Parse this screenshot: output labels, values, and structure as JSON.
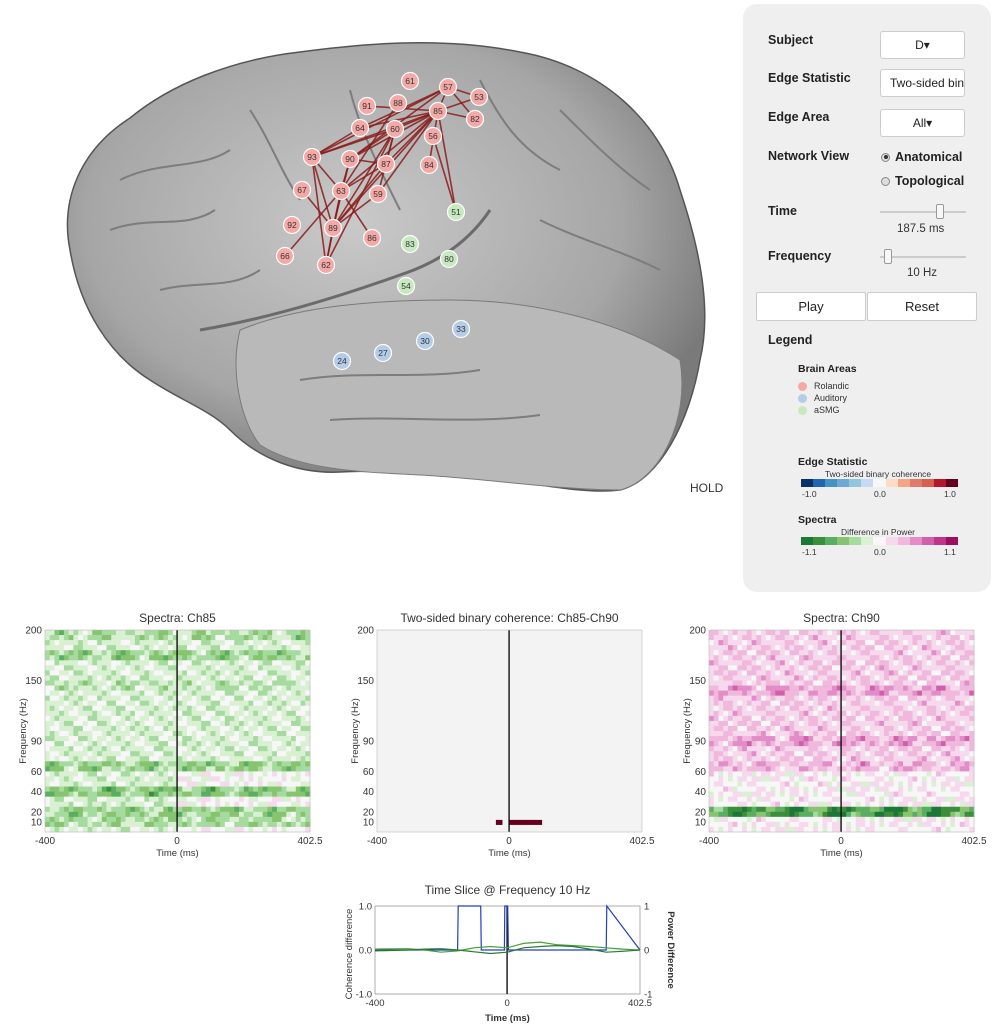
{
  "hold_label": "HOLD",
  "panel": {
    "subject": {
      "label": "Subject",
      "value": "D▾"
    },
    "edge_statistic": {
      "label": "Edge Statistic",
      "value": "Two-sided binary coherence"
    },
    "edge_area": {
      "label": "Edge Area",
      "value": "All▾"
    },
    "network_view": {
      "label": "Network View",
      "options": [
        "Anatomical",
        "Topological"
      ],
      "selected": "Anatomical"
    },
    "time": {
      "label": "Time",
      "value_text": "187.5 ms",
      "fraction": 0.72
    },
    "frequency": {
      "label": "Frequency",
      "value_text": "10 Hz",
      "fraction": 0.05
    },
    "play_label": "Play",
    "reset_label": "Reset",
    "legend_title": "Legend",
    "brain_areas": {
      "title": "Brain Areas",
      "items": [
        {
          "name": "Rolandic",
          "color": "#f4a9a6"
        },
        {
          "name": "Auditory",
          "color": "#b3cde8"
        },
        {
          "name": "aSMG",
          "color": "#c7e9c0"
        }
      ]
    },
    "edge_colorbar": {
      "title": "Edge Statistic",
      "subtitle": "Two-sided binary coherence",
      "ticks": [
        "-1.0",
        "0.0",
        "1.0"
      ],
      "colors": [
        "#08306b",
        "#2166ac",
        "#4393c3",
        "#6fa8d6",
        "#92c5de",
        "#c6dbef",
        "#f7f7f7",
        "#fddbc7",
        "#f4a582",
        "#e07a6a",
        "#d6604d",
        "#b2182b",
        "#67001f"
      ]
    },
    "spectra_colorbar": {
      "title": "Spectra",
      "subtitle": "Difference in Power",
      "ticks": [
        "-1.1",
        "0.0",
        "1.1"
      ],
      "colors": [
        "#1b7837",
        "#3b8f3b",
        "#5aae61",
        "#86c46f",
        "#a6dba0",
        "#d9f0d3",
        "#f7f7f7",
        "#f6d9ec",
        "#efb8dc",
        "#e28dc8",
        "#d160aa",
        "#c2338c",
        "#9e0e5e"
      ]
    }
  },
  "brain": {
    "nodes": [
      {
        "id": "61",
        "area": "Rolandic"
      },
      {
        "id": "57",
        "area": "Rolandic"
      },
      {
        "id": "53",
        "area": "Rolandic"
      },
      {
        "id": "91",
        "area": "Rolandic"
      },
      {
        "id": "88",
        "area": "Rolandic"
      },
      {
        "id": "85",
        "area": "Rolandic"
      },
      {
        "id": "82",
        "area": "Rolandic"
      },
      {
        "id": "64",
        "area": "Rolandic"
      },
      {
        "id": "60",
        "area": "Rolandic"
      },
      {
        "id": "56",
        "area": "Rolandic"
      },
      {
        "id": "93",
        "area": "Rolandic"
      },
      {
        "id": "90",
        "area": "Rolandic"
      },
      {
        "id": "87",
        "area": "Rolandic"
      },
      {
        "id": "84",
        "area": "Rolandic"
      },
      {
        "id": "67",
        "area": "Rolandic"
      },
      {
        "id": "63",
        "area": "Rolandic"
      },
      {
        "id": "59",
        "area": "Rolandic"
      },
      {
        "id": "92",
        "area": "Rolandic"
      },
      {
        "id": "89",
        "area": "Rolandic"
      },
      {
        "id": "86",
        "area": "Rolandic"
      },
      {
        "id": "66",
        "area": "Rolandic"
      },
      {
        "id": "62",
        "area": "Rolandic"
      },
      {
        "id": "51",
        "area": "aSMG"
      },
      {
        "id": "83",
        "area": "aSMG"
      },
      {
        "id": "80",
        "area": "aSMG"
      },
      {
        "id": "54",
        "area": "aSMG"
      },
      {
        "id": "33",
        "area": "Auditory"
      },
      {
        "id": "30",
        "area": "Auditory"
      },
      {
        "id": "27",
        "area": "Auditory"
      },
      {
        "id": "24",
        "area": "Auditory"
      }
    ],
    "edges": [
      [
        "93",
        "85"
      ],
      [
        "93",
        "60"
      ],
      [
        "93",
        "64"
      ],
      [
        "93",
        "89"
      ],
      [
        "93",
        "62"
      ],
      [
        "93",
        "63"
      ],
      [
        "93",
        "57"
      ],
      [
        "90",
        "85"
      ],
      [
        "90",
        "60"
      ],
      [
        "90",
        "89"
      ],
      [
        "90",
        "87"
      ],
      [
        "90",
        "63"
      ],
      [
        "90",
        "57"
      ],
      [
        "87",
        "85"
      ],
      [
        "87",
        "89"
      ],
      [
        "87",
        "63"
      ],
      [
        "87",
        "60"
      ],
      [
        "85",
        "64"
      ],
      [
        "85",
        "63"
      ],
      [
        "85",
        "89"
      ],
      [
        "85",
        "60"
      ],
      [
        "85",
        "82"
      ],
      [
        "85",
        "53"
      ],
      [
        "85",
        "57"
      ],
      [
        "85",
        "51"
      ],
      [
        "85",
        "59"
      ],
      [
        "85",
        "91"
      ],
      [
        "57",
        "64"
      ],
      [
        "57",
        "82"
      ],
      [
        "57",
        "53"
      ],
      [
        "60",
        "89"
      ],
      [
        "60",
        "62"
      ],
      [
        "60",
        "59"
      ],
      [
        "63",
        "89"
      ],
      [
        "63",
        "66"
      ],
      [
        "63",
        "62"
      ],
      [
        "67",
        "89"
      ],
      [
        "59",
        "89"
      ],
      [
        "89",
        "62"
      ],
      [
        "86",
        "63"
      ],
      [
        "84",
        "85"
      ],
      [
        "56",
        "51"
      ],
      [
        "88",
        "63"
      ]
    ]
  },
  "plots": {
    "spectra_left": {
      "title": "Spectra: Ch85",
      "xlabel": "Time (ms)",
      "ylabel": "Frequency (Hz)",
      "xticks": [
        "-400",
        "0",
        "402.5"
      ],
      "yticks": [
        200,
        150,
        90,
        60,
        40,
        20,
        10
      ],
      "xlim": [
        -400,
        402.5
      ],
      "ylim": [
        0,
        200
      ]
    },
    "coherence": {
      "title": "Two-sided binary coherence: Ch85-Ch90",
      "xlabel": "Time (ms)",
      "ylabel": "Frequency (Hz)",
      "xticks": [
        "-400",
        "0",
        "402.5"
      ],
      "yticks": [
        200,
        150,
        90,
        60,
        40,
        20,
        10
      ],
      "xlim": [
        -400,
        402.5
      ],
      "ylim": [
        0,
        200
      ]
    },
    "spectra_right": {
      "title": "Spectra: Ch90",
      "xlabel": "Time (ms)",
      "ylabel": "Frequency (Hz)",
      "xticks": [
        "-400",
        "0",
        "402.5"
      ],
      "yticks": [
        200,
        150,
        90,
        60,
        40,
        20,
        10
      ],
      "xlim": [
        -400,
        402.5
      ],
      "ylim": [
        0,
        200
      ]
    },
    "time_slice": {
      "title": "Time Slice @ Frequency 10 Hz",
      "xlabel": "Time (ms)",
      "ylabel_left": "Coherence difference",
      "ylabel_right": "Power Difference",
      "xticks": [
        "-400",
        "0",
        "402.5"
      ],
      "yticks_left": [
        "1.0",
        "0.0",
        "-1.0"
      ],
      "yticks_right": [
        "1",
        "0",
        "-1"
      ]
    }
  },
  "chart_data": [
    {
      "type": "heatmap",
      "title": "Spectra: Ch85",
      "xlabel": "Time (ms)",
      "ylabel": "Frequency (Hz)",
      "xlim": [
        -400,
        402.5
      ],
      "ylim": [
        0,
        200
      ],
      "values_description_range": [
        -1.1,
        1.1
      ],
      "bands": [
        {
          "freq_range": [
            190,
            200
          ],
          "value": -0.4
        },
        {
          "freq_range": [
            170,
            180
          ],
          "value": -0.5
        },
        {
          "freq_range": [
            140,
            150
          ],
          "value": -0.3
        },
        {
          "freq_range": [
            60,
            66
          ],
          "value": -0.5
        },
        {
          "freq_range": [
            35,
            42
          ],
          "value": -0.6
        },
        {
          "freq_range": [
            18,
            24
          ],
          "value": -0.5
        },
        {
          "freq_range": [
            8,
            12
          ],
          "value": -0.4
        }
      ]
    },
    {
      "type": "heatmap",
      "title": "Two-sided binary coherence: Ch85-Ch90",
      "xlabel": "Time (ms)",
      "ylabel": "Frequency (Hz)",
      "xlim": [
        -400,
        402.5
      ],
      "ylim": [
        0,
        200
      ],
      "segments": [
        {
          "time_range": [
            -40,
            -20
          ],
          "freq_range": [
            7,
            12
          ],
          "value": 1.0
        },
        {
          "time_range": [
            0,
            100
          ],
          "freq_range": [
            7,
            12
          ],
          "value": 1.0
        }
      ]
    },
    {
      "type": "heatmap",
      "title": "Spectra: Ch90",
      "xlabel": "Time (ms)",
      "ylabel": "Frequency (Hz)",
      "xlim": [
        -400,
        402.5
      ],
      "ylim": [
        0,
        200
      ],
      "bands": [
        {
          "freq_range": [
            135,
            145
          ],
          "value": 0.5
        },
        {
          "freq_range": [
            85,
            95
          ],
          "value": 0.5
        },
        {
          "freq_range": [
            60,
            66
          ],
          "value": 0.4
        },
        {
          "freq_range": [
            17,
            24
          ],
          "value": -1.0
        }
      ]
    },
    {
      "type": "line",
      "title": "Time Slice @ Frequency 10 Hz",
      "xlabel": "Time (ms)",
      "ylabel": "Coherence difference",
      "xlim": [
        -400,
        402.5
      ],
      "ylim": [
        -1,
        1
      ],
      "series": [
        {
          "name": "",
          "color": "#2040c0",
          "x": [
            -400,
            -150,
            -148,
            -80,
            -78,
            -8,
            -7,
            2,
            4,
            300,
            302,
            402.5
          ],
          "y": [
            0,
            0,
            1,
            1,
            0,
            0,
            1,
            1,
            0,
            0,
            1,
            0
          ]
        },
        {
          "name": "",
          "color": "#4a9e3a",
          "x": [
            -400,
            -300,
            -250,
            -200,
            -150,
            -100,
            -50,
            0,
            50,
            100,
            150,
            200,
            250,
            300,
            350,
            402.5
          ],
          "y": [
            0.02,
            0.03,
            0.0,
            -0.05,
            -0.02,
            0.05,
            0.08,
            0.05,
            0.15,
            0.18,
            0.12,
            0.1,
            0.08,
            0.05,
            0.02,
            0.0
          ]
        },
        {
          "name": "",
          "color": "#2a7a2a",
          "x": [
            -400,
            -300,
            -250,
            -200,
            -150,
            -100,
            -50,
            0,
            50,
            100,
            150,
            200,
            250,
            300,
            350,
            402.5
          ],
          "y": [
            -0.02,
            0.0,
            0.02,
            0.03,
            0.0,
            -0.04,
            -0.08,
            -0.05,
            0.05,
            0.08,
            0.1,
            0.08,
            0.02,
            -0.05,
            -0.03,
            0.0
          ]
        }
      ]
    }
  ]
}
